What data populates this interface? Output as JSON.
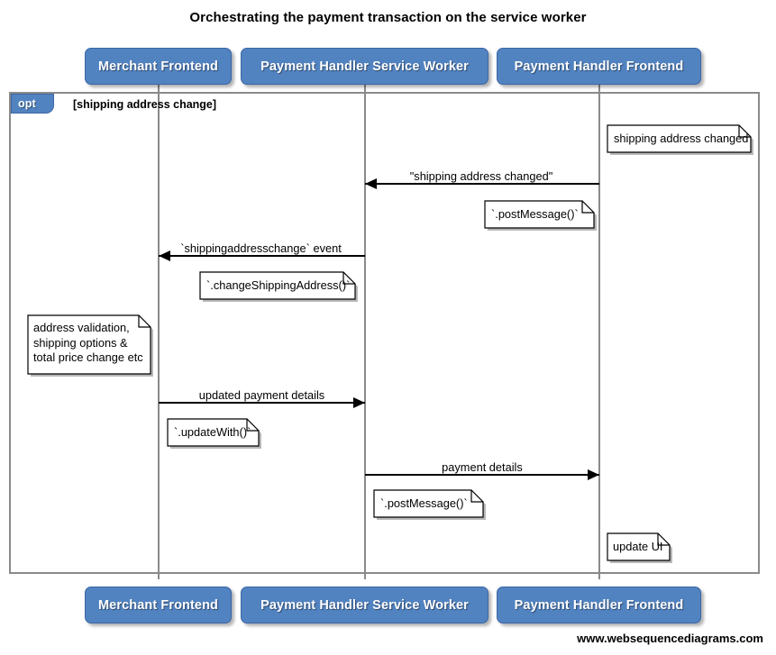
{
  "title": "Orchestrating the payment transaction on the service worker",
  "participants": [
    {
      "id": "merchant-frontend",
      "label": "Merchant Frontend"
    },
    {
      "id": "payment-handler-service-worker",
      "label": "Payment Handler Service Worker"
    },
    {
      "id": "payment-handler-frontend",
      "label": "Payment Handler Frontend"
    }
  ],
  "fragment": {
    "type": "opt",
    "tag_label": "opt",
    "condition": "[shipping address change]"
  },
  "messages": [
    {
      "id": "msg-shipping-address-changed",
      "label": "\"shipping address changed\"",
      "from": "payment-handler-frontend",
      "to": "payment-handler-service-worker",
      "direction": "left"
    },
    {
      "id": "msg-shippingaddresschange-event",
      "label": "`shippingaddresschange` event",
      "from": "payment-handler-service-worker",
      "to": "merchant-frontend",
      "direction": "left"
    },
    {
      "id": "msg-updated-payment-details",
      "label": "updated payment details",
      "from": "merchant-frontend",
      "to": "payment-handler-service-worker",
      "direction": "right"
    },
    {
      "id": "msg-payment-details",
      "label": "payment details",
      "from": "payment-handler-service-worker",
      "to": "payment-handler-frontend",
      "direction": "right"
    }
  ],
  "notes": [
    {
      "id": "note-shipping-address-changed",
      "text": "shipping address changed",
      "over": "payment-handler-frontend"
    },
    {
      "id": "note-postmessage-1",
      "text": "`.postMessage()`",
      "over": "payment-handler-frontend"
    },
    {
      "id": "note-changeshippingaddress",
      "text": "`.changeShippingAddress()`",
      "over": "payment-handler-service-worker"
    },
    {
      "id": "note-address-validation",
      "text": "address validation,\nshipping options &\ntotal price change etc",
      "over": "merchant-frontend"
    },
    {
      "id": "note-updatewith",
      "text": "`.updateWith()`",
      "over": "merchant-frontend"
    },
    {
      "id": "note-postmessage-2",
      "text": "`.postMessage()`",
      "over": "payment-handler-service-worker"
    },
    {
      "id": "note-update-ui",
      "text": "update UI",
      "over": "payment-handler-frontend"
    }
  ],
  "watermark": "www.websequencediagrams.com",
  "colors": {
    "actor_fill": "#5283c1",
    "actor_border": "#3a66a6",
    "actor_text": "#ffffff",
    "lifeline": "#8a8a8a",
    "frame_border": "#8a8a8a",
    "arrow": "#000000",
    "note_fill": "#ffffff",
    "background": "#ffffff"
  }
}
